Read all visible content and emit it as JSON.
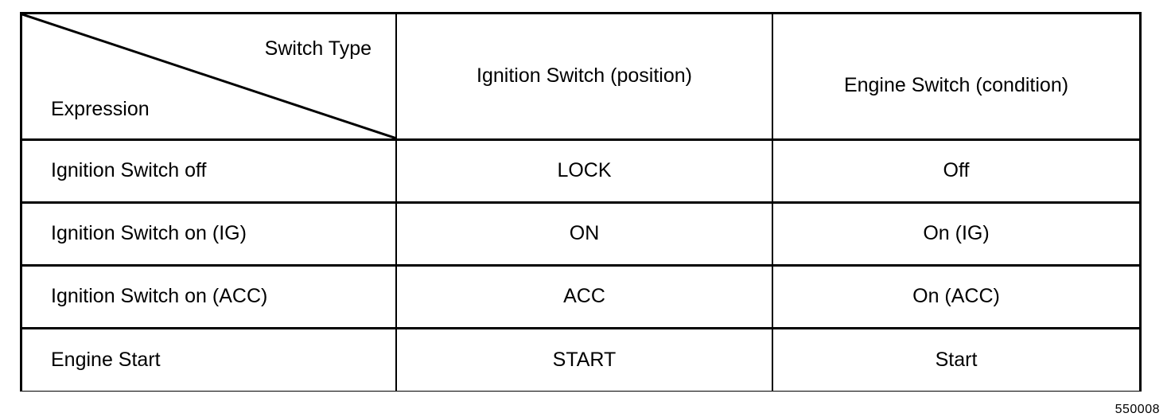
{
  "table": {
    "corner": {
      "axis_column_label": "Switch Type",
      "axis_row_label": "Expression"
    },
    "columns": [
      "Ignition Switch (position)",
      "Engine Switch (condition)"
    ],
    "rows": [
      {
        "expression": "Ignition Switch off",
        "ignition_switch_position": "LOCK",
        "engine_switch_condition": "Off"
      },
      {
        "expression": "Ignition Switch on (IG)",
        "ignition_switch_position": "ON",
        "engine_switch_condition": "On (IG)"
      },
      {
        "expression": "Ignition Switch on (ACC)",
        "ignition_switch_position": "ACC",
        "engine_switch_condition": "On (ACC)"
      },
      {
        "expression": "Engine Start",
        "ignition_switch_position": "START",
        "engine_switch_condition": "Start"
      }
    ]
  },
  "figure_id": "550008",
  "colors": {
    "border": "#000000",
    "background": "#ffffff",
    "text": "#000000"
  }
}
